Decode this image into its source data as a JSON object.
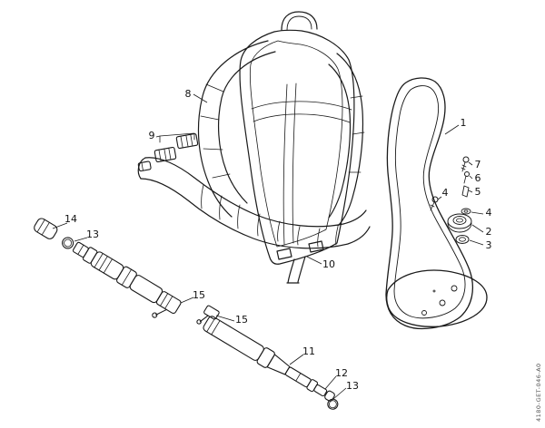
{
  "diagram": {
    "type": "exploded-parts-diagram",
    "background_color": "#ffffff",
    "line_color": "#1a1a1a",
    "doc_code": "4180-GET-046-A0",
    "callouts": [
      {
        "label": "8"
      },
      {
        "label": "9"
      },
      {
        "label": "1"
      },
      {
        "label": "7"
      },
      {
        "label": "6"
      },
      {
        "label": "5"
      },
      {
        "label": "4"
      },
      {
        "label": "4"
      },
      {
        "label": "2"
      },
      {
        "label": "3"
      },
      {
        "label": "14"
      },
      {
        "label": "13"
      },
      {
        "label": "15"
      },
      {
        "label": "15"
      },
      {
        "label": "10"
      },
      {
        "label": "11"
      },
      {
        "label": "12"
      },
      {
        "label": "13"
      }
    ]
  }
}
